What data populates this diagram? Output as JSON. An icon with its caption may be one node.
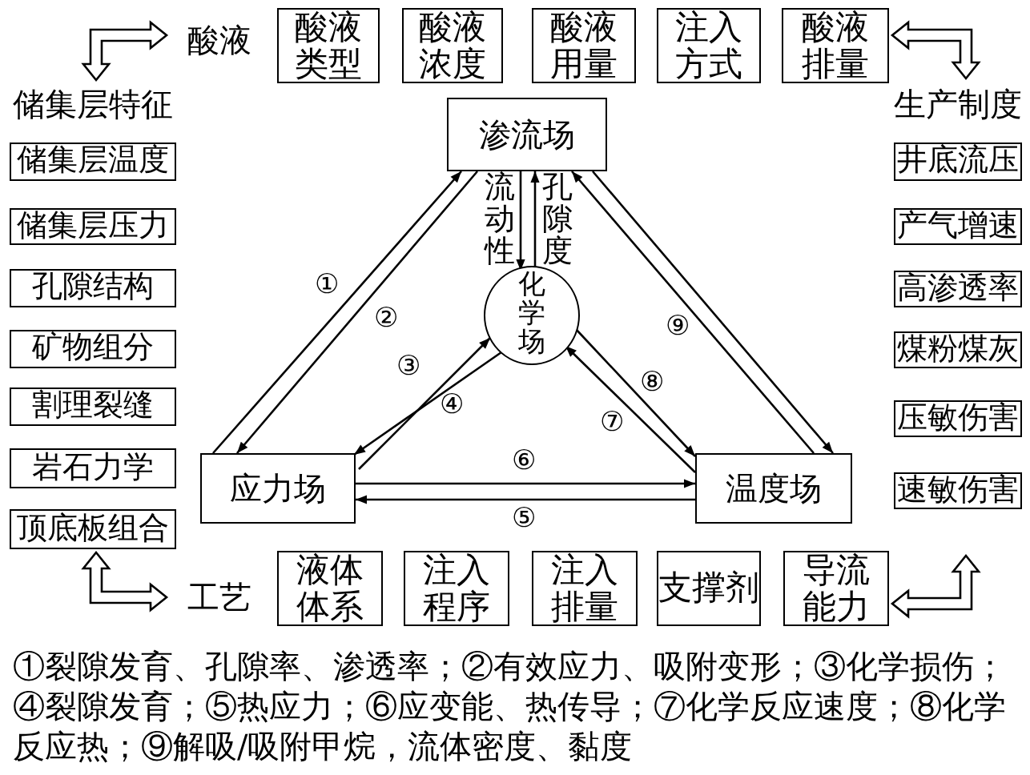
{
  "diagram": {
    "caption": "①裂隙发育、孔隙率、渗透率；②有效应力、吸附变形；③化学损伤；④裂隙发育；⑤热应力；⑥应变能、热传导；⑦化学反应速度；⑧化学反应热；⑨解吸/吸附甲烷，流体密度、黏度",
    "nodes": [
      {
        "text": [
          "酸液"
        ]
      },
      {
        "text": [
          "酸液类型"
        ]
      },
      {
        "text": [
          "酸液浓度"
        ]
      },
      {
        "text": [
          "酸液用量"
        ]
      },
      {
        "text": [
          "注入方式"
        ]
      },
      {
        "text": [
          "酸液排量"
        ]
      },
      {
        "text": [
          "储集层特征"
        ]
      },
      {
        "text": [
          "储集层温度"
        ]
      },
      {
        "text": [
          "储集层压力"
        ]
      },
      {
        "text": [
          "孔隙结构"
        ]
      },
      {
        "text": [
          "矿物组分"
        ]
      },
      {
        "text": [
          "割理裂缝"
        ]
      },
      {
        "text": [
          "岩石力学"
        ]
      },
      {
        "text": [
          "顶底板组合"
        ]
      },
      {
        "text": [
          "生产制度"
        ]
      },
      {
        "text": [
          "井底流压"
        ]
      },
      {
        "text": [
          "产气增速"
        ]
      },
      {
        "text": [
          "高渗透率"
        ]
      },
      {
        "text": [
          "煤粉煤灰"
        ]
      },
      {
        "text": [
          "压敏伤害"
        ]
      },
      {
        "text": [
          "速敏伤害"
        ]
      },
      {
        "text": [
          "渗流场"
        ]
      },
      {
        "text": [
          "化学场"
        ]
      },
      {
        "text": [
          "应力场"
        ]
      },
      {
        "text": [
          "温度场"
        ]
      },
      {
        "text": [
          "工艺"
        ]
      },
      {
        "text": [
          "液体体系"
        ]
      },
      {
        "text": [
          "注入程序"
        ]
      },
      {
        "text": [
          "注入排量"
        ]
      },
      {
        "text": [
          "支撑剂"
        ]
      },
      {
        "text": [
          "导流能力"
        ]
      }
    ],
    "edges": [
      {
        "from": 6,
        "to": 0,
        "arrow": "both",
        "style": "thick"
      },
      {
        "from": 5,
        "to": 14,
        "arrow": "both",
        "style": "thick"
      },
      {
        "from": 13,
        "to": 25,
        "arrow": "both",
        "style": "thick"
      },
      {
        "from": 30,
        "to": 20,
        "arrow": "both",
        "style": "thick"
      },
      {
        "from": 21,
        "to": 22,
        "arrow": "to",
        "label": "流动性"
      },
      {
        "from": 22,
        "to": 21,
        "arrow": "to",
        "label": "孔隙度"
      },
      {
        "from": 23,
        "to": 21,
        "arrow": "to",
        "label": "①"
      },
      {
        "from": 21,
        "to": 23,
        "arrow": "to",
        "label": "②"
      },
      {
        "from": 23,
        "to": 22,
        "arrow": "to",
        "label": "③"
      },
      {
        "from": 22,
        "to": 23,
        "arrow": "to",
        "label": "④"
      },
      {
        "from": 24,
        "to": 23,
        "arrow": "to",
        "label": "⑤"
      },
      {
        "from": 23,
        "to": 24,
        "arrow": "to",
        "label": "⑥"
      },
      {
        "from": 24,
        "to": 22,
        "arrow": "to",
        "label": "⑦"
      },
      {
        "from": 22,
        "to": 24,
        "arrow": "to",
        "label": "⑧"
      },
      {
        "from": 24,
        "to": 21,
        "arrow": "to",
        "label": "⑨"
      },
      {
        "from": 21,
        "to": 24,
        "arrow": "to"
      }
    ]
  }
}
